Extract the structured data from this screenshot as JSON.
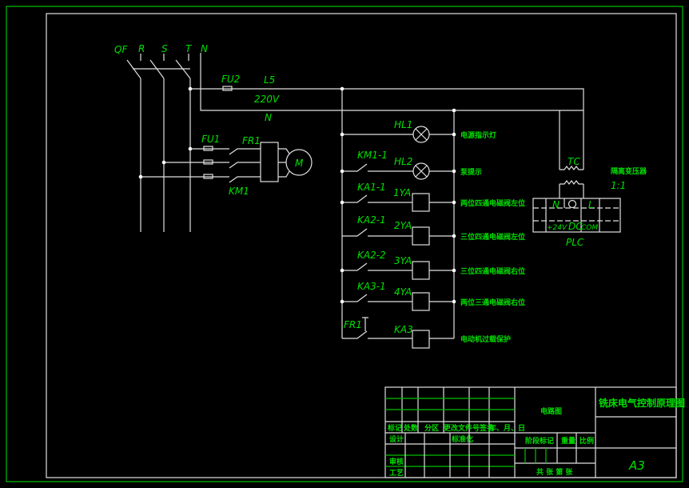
{
  "power": {
    "qf": "QF",
    "r": "R",
    "s": "S",
    "t": "T",
    "n": "N",
    "fu2": "FU2",
    "l5": "L5",
    "v": "220V",
    "n2": "N",
    "fu1": "FU1",
    "fr1": "FR1",
    "km1": "KM1",
    "motor": "M"
  },
  "control": {
    "rows": [
      {
        "contact": "",
        "device": "HL1",
        "desc": "电源指示灯"
      },
      {
        "contact": "KM1-1",
        "device": "HL2",
        "desc": "泵提示"
      },
      {
        "contact": "KA1-1",
        "device": "1YA",
        "desc": "两位四通电磁阀左位"
      },
      {
        "contact": "KA2-1",
        "device": "2YA",
        "desc": "三位四通电磁阀左位"
      },
      {
        "contact": "KA2-2",
        "device": "3YA",
        "desc": "三位四通电磁阀右位"
      },
      {
        "contact": "KA3-1",
        "device": "4YA",
        "desc": "两位三通电磁阀右位"
      },
      {
        "contact": "FR1",
        "device": "KA3",
        "desc": "电动机过载保护"
      }
    ]
  },
  "plc": {
    "tc": "TC",
    "transformer": "隔离变压器",
    "ratio": "1:1",
    "n": "N",
    "l": "L",
    "v24": "+24V",
    "dc": "DC",
    "com": "COM",
    "label": "PLC"
  },
  "title_block": {
    "drawing_title": "铣床电气控制原理图",
    "type": "电路图",
    "mark": "标记",
    "count": "处数",
    "zone": "分区",
    "doc": "更改文件号签名",
    "date": "年、月、日",
    "design": "设计",
    "standard": "标准化",
    "stage": "阶段标记",
    "weight": "重量",
    "scale": "比例",
    "review": "审核",
    "process": "工艺",
    "sheets": "共 张 第 张",
    "size": "A3"
  }
}
